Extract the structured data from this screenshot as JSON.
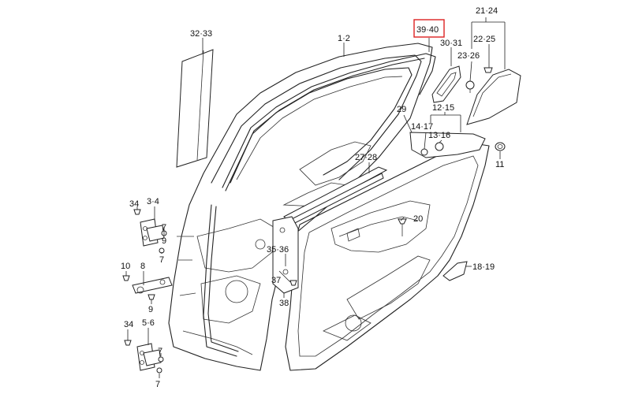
{
  "diagram": {
    "highlight_color": "#dd2222",
    "line_color": "#222222",
    "background": "#ffffff",
    "callouts": {
      "c_32_33": "32·33",
      "c_1_2": "1·2",
      "c_39_40": "39·40",
      "c_30_31": "30·31",
      "c_21_24": "21·24",
      "c_22_25": "22·25",
      "c_23_26": "23·26",
      "c_29": "29",
      "c_12_15": "12·15",
      "c_14_17": "14·17",
      "c_13_16": "13·16",
      "c_11": "11",
      "c_27_28": "27·28",
      "c_34_top": "34",
      "c_3_4": "3·4",
      "c_7_a": "7",
      "c_9_a": "9",
      "c_7_b": "7",
      "c_20": "20",
      "c_35_36": "35·36",
      "c_37": "37",
      "c_38": "38",
      "c_18_19": "18·19",
      "c_10": "10",
      "c_8": "8",
      "c_9_b": "9",
      "c_34_bottom": "34",
      "c_5_6": "5·6",
      "c_7_c": "7",
      "c_7_d": "7"
    },
    "highlighted_callout": "39·40"
  }
}
